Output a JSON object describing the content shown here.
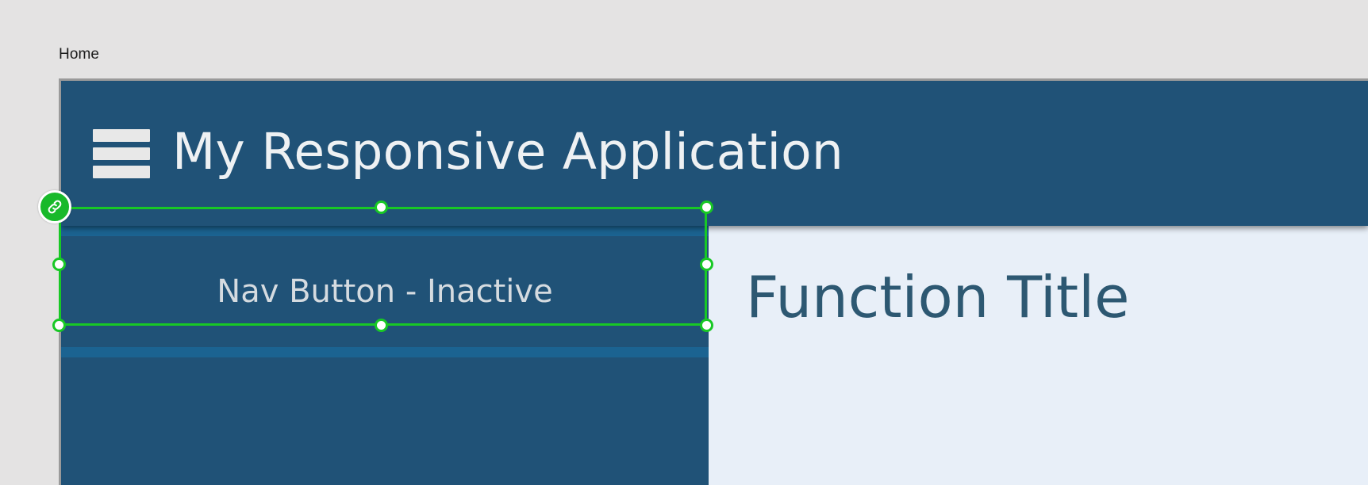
{
  "page": {
    "background_color": "#e4e3e3"
  },
  "breadcrumb": {
    "label": "Home"
  },
  "app": {
    "header": {
      "menu_icon": "hamburger-menu-icon",
      "title": "My Responsive Application",
      "background_color": "#205277",
      "text_color": "#eef1f3"
    },
    "sidebar": {
      "background_color": "#205277",
      "items": [
        {
          "label": "Nav Button - Inactive",
          "state": "inactive",
          "text_color": "#d5dbe0"
        }
      ]
    },
    "content": {
      "background_color": "#e8eff8",
      "title": "Function Title",
      "title_color": "#2d5872"
    }
  },
  "selection": {
    "accent_color": "#18c825",
    "handle_fill": "#ffffff",
    "badge": {
      "icon": "link-chain-icon",
      "color": "#18b92a"
    },
    "handles": [
      "top-left",
      "top-center",
      "top-right",
      "middle-left",
      "middle-right",
      "bottom-left",
      "bottom-center",
      "bottom-right"
    ]
  }
}
